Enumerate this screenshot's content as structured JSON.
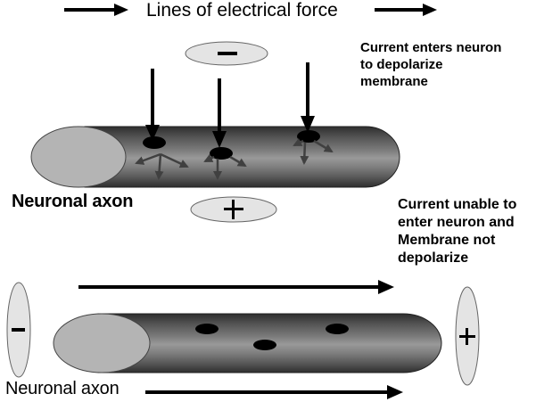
{
  "title": "Lines of electrical force",
  "top_panel": {
    "axon_label": "Neuronal axon",
    "note_lines": [
      "Current enters neuron",
      "to depolarize",
      "membrane"
    ],
    "negative_pole_symbol": "−",
    "positive_pole_symbol": "+",
    "channel_count": 3
  },
  "bottom_panel": {
    "axon_label": "Neuronal axon",
    "note_lines": [
      "Current unable to",
      "enter neuron and",
      "Membrane not",
      "depolarize"
    ],
    "negative_pole_symbol": "−",
    "positive_pole_symbol": "+",
    "channel_count": 3
  },
  "colors": {
    "axon_dark": "#3a3a3a",
    "axon_light": "#9a9a9a",
    "axon_end": "#b4b4b4",
    "pole_fill": "#e4e4e4",
    "channel": "#000000",
    "spread_arrow": "#404040"
  }
}
